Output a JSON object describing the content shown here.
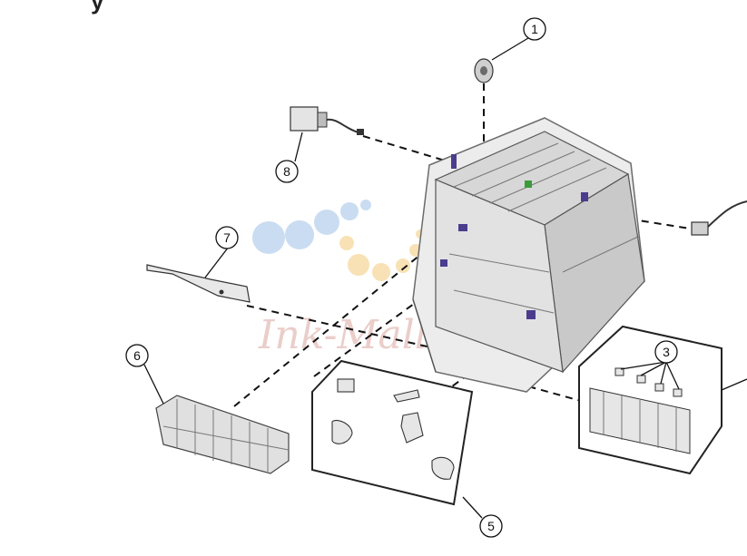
{
  "diagram": {
    "header_partial_text": "y",
    "callouts": [
      "1",
      "3",
      "5",
      "6",
      "7",
      "8"
    ],
    "watermark": {
      "text": "Ink-Mall",
      "colors": {
        "blue": "#9fbfe6",
        "yellow": "#f4c978",
        "red_text": "#d9a7a0"
      }
    },
    "colors": {
      "line": "#111111",
      "part_gray": "#cfcfcf",
      "part_dark": "#6b6b6b",
      "accent_purple": "#4b3c8e"
    }
  }
}
